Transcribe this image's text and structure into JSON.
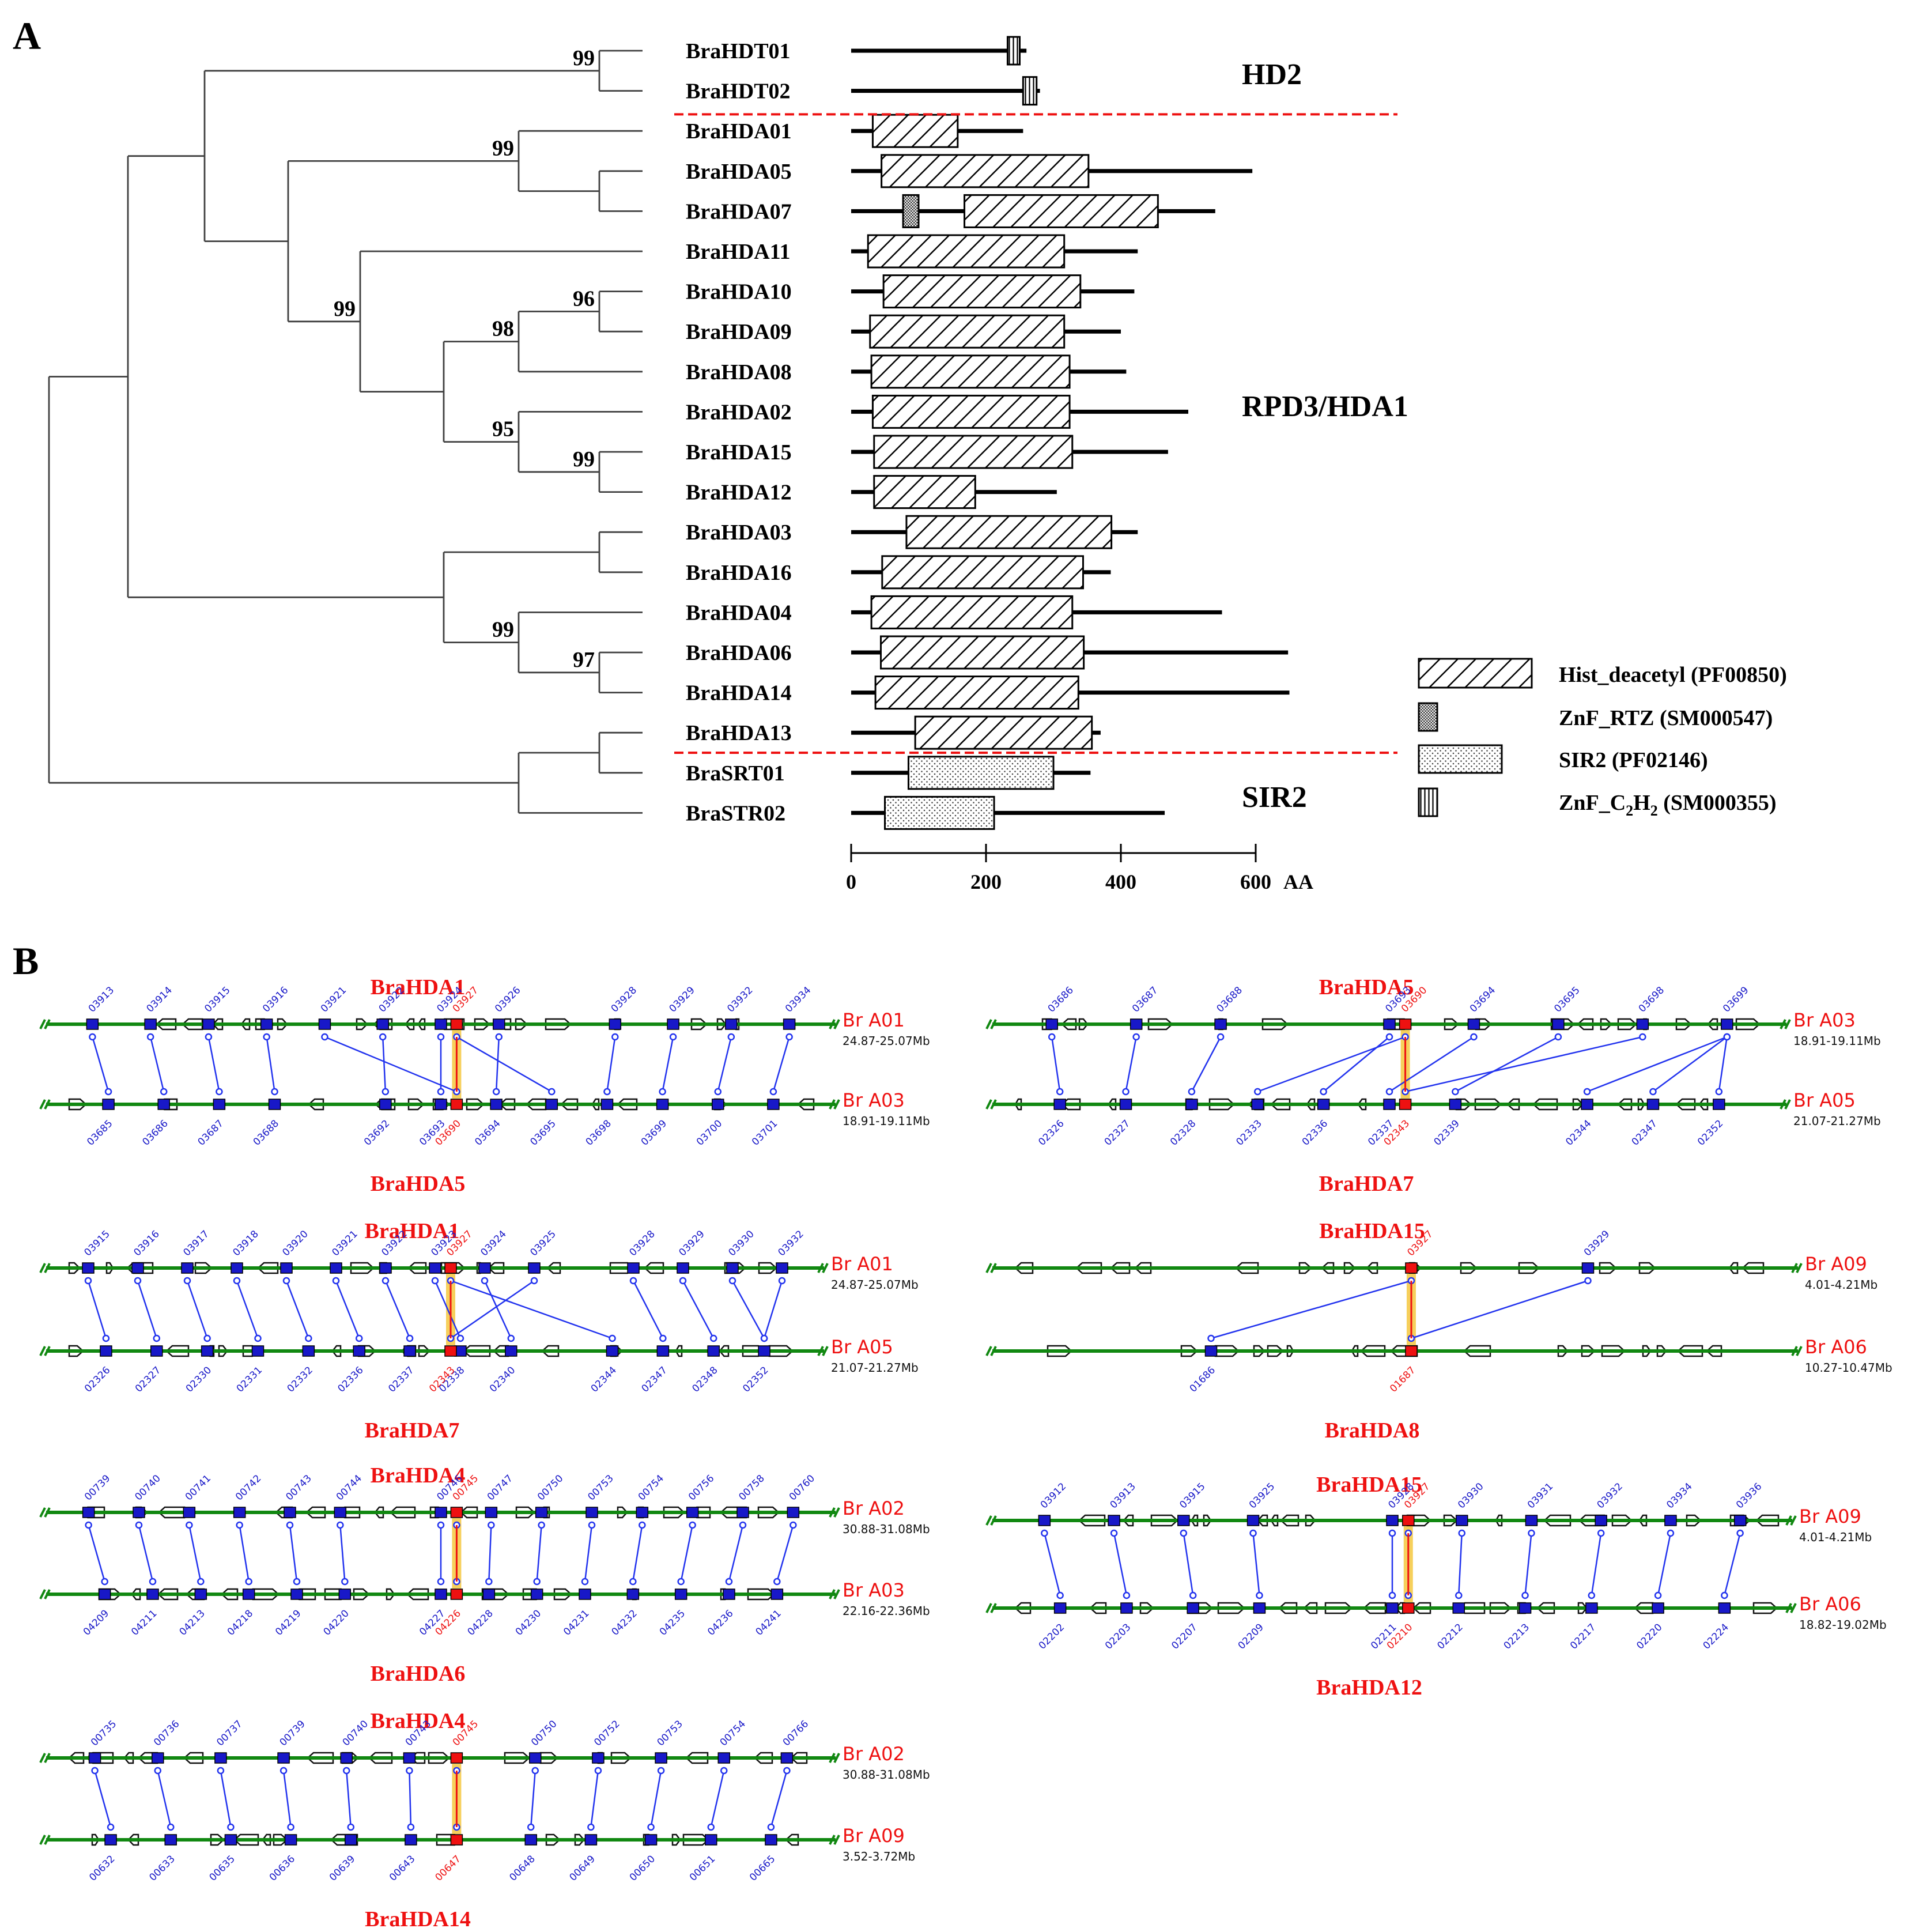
{
  "panel_a": {
    "label": "A",
    "leaves": [
      "BraHDT01",
      "BraHDT02",
      "BraHDA01",
      "BraHDA05",
      "BraHDA07",
      "BraHDA11",
      "BraHDA10",
      "BraHDA09",
      "BraHDA08",
      "BraHDA02",
      "BraHDA15",
      "BraHDA12",
      "BraHDA03",
      "BraHDA16",
      "BraHDA04",
      "BraHDA06",
      "BraHDA14",
      "BraHDA13",
      "BraSRT01",
      "BraSTR02"
    ],
    "bootstrap": [
      "99",
      "99",
      "99",
      "96",
      "98",
      "95",
      "99",
      "99",
      "97"
    ],
    "groups": [
      "HD2",
      "RPD3/HDA1",
      "SIR2"
    ],
    "proteins": [
      {
        "len": 260,
        "domains": [
          {
            "t": "znf_c2h2",
            "s": 232,
            "e": 250
          }
        ]
      },
      {
        "len": 280,
        "domains": [
          {
            "t": "znf_c2h2",
            "s": 255,
            "e": 275
          }
        ]
      },
      {
        "len": 255,
        "domains": [
          {
            "t": "hist",
            "s": 32,
            "e": 158
          }
        ]
      },
      {
        "len": 595,
        "domains": [
          {
            "t": "hist",
            "s": 45,
            "e": 352
          }
        ]
      },
      {
        "len": 540,
        "domains": [
          {
            "t": "znf_rtz",
            "s": 77,
            "e": 100
          },
          {
            "t": "hist",
            "s": 168,
            "e": 455
          }
        ]
      },
      {
        "len": 425,
        "domains": [
          {
            "t": "hist",
            "s": 25,
            "e": 316
          }
        ]
      },
      {
        "len": 420,
        "domains": [
          {
            "t": "hist",
            "s": 48,
            "e": 340
          }
        ]
      },
      {
        "len": 400,
        "domains": [
          {
            "t": "hist",
            "s": 28,
            "e": 316
          }
        ]
      },
      {
        "len": 408,
        "domains": [
          {
            "t": "hist",
            "s": 30,
            "e": 324
          }
        ]
      },
      {
        "len": 500,
        "domains": [
          {
            "t": "hist",
            "s": 32,
            "e": 324
          }
        ]
      },
      {
        "len": 470,
        "domains": [
          {
            "t": "hist",
            "s": 34,
            "e": 328
          }
        ]
      },
      {
        "len": 305,
        "domains": [
          {
            "t": "hist",
            "s": 34,
            "e": 184
          }
        ]
      },
      {
        "len": 425,
        "domains": [
          {
            "t": "hist",
            "s": 82,
            "e": 386
          }
        ]
      },
      {
        "len": 385,
        "domains": [
          {
            "t": "hist",
            "s": 46,
            "e": 344
          }
        ]
      },
      {
        "len": 550,
        "domains": [
          {
            "t": "hist",
            "s": 30,
            "e": 328
          }
        ]
      },
      {
        "len": 648,
        "domains": [
          {
            "t": "hist",
            "s": 44,
            "e": 345
          }
        ]
      },
      {
        "len": 650,
        "domains": [
          {
            "t": "hist",
            "s": 36,
            "e": 337
          }
        ]
      },
      {
        "len": 370,
        "domains": [
          {
            "t": "hist",
            "s": 95,
            "e": 357
          }
        ]
      },
      {
        "len": 355,
        "domains": [
          {
            "t": "sir2",
            "s": 85,
            "e": 300
          }
        ]
      },
      {
        "len": 465,
        "domains": [
          {
            "t": "sir2",
            "s": 50,
            "e": 212
          }
        ]
      }
    ],
    "axis": {
      "ticks": [
        "0",
        "200",
        "400",
        "600"
      ],
      "tick_values": [
        0,
        200,
        400,
        600
      ],
      "unit": "AA"
    },
    "legend": [
      {
        "type": "hist",
        "label": "Hist_deacetyl (PF00850)"
      },
      {
        "type": "znf_rtz",
        "label": "ZnF_RTZ  (SM000547)"
      },
      {
        "type": "sir2",
        "label": "SIR2 (PF02146)"
      },
      {
        "type": "znf_c2h2",
        "label": "ZnF_C2H2  (SM000355)"
      }
    ]
  },
  "panel_b": {
    "label": "B",
    "blocks": [
      {
        "top_gene": "BraHDA1",
        "bottom_gene": "BraHDA5",
        "top_chr": "Br A01",
        "top_range": "24.87-25.07Mb",
        "bottom_chr": "Br A03",
        "bottom_range": "18.91-19.11Mb",
        "top_ids": [
          "03913",
          "03914",
          "03915",
          "03916",
          "03921",
          "03922",
          "03924",
          "03926",
          "03927",
          "03928",
          "03929",
          "03932",
          "03934"
        ],
        "bottom_ids": [
          "03685",
          "03686",
          "03687",
          "03688",
          "03690",
          "03692",
          "03693",
          "03694",
          "03695",
          "03698",
          "03699",
          "03700",
          "03701"
        ],
        "focal_top": "03927",
        "focal_bottom": "03690"
      },
      {
        "top_gene": "BraHDA5",
        "bottom_gene": "BraHDA7",
        "top_chr": "Br A03",
        "top_range": "18.91-19.11Mb",
        "bottom_chr": "Br A05",
        "bottom_range": "21.07-21.27Mb",
        "top_ids": [
          "03686",
          "03687",
          "03688",
          "03690",
          "03693",
          "03694",
          "03695",
          "03698",
          "03699"
        ],
        "bottom_ids": [
          "02326",
          "02327",
          "02328",
          "02333",
          "02336",
          "02337",
          "02339",
          "02343",
          "02344",
          "02347",
          "02352"
        ],
        "focal_top": "03690",
        "focal_bottom": "02343"
      },
      {
        "top_gene": "BraHDA1",
        "bottom_gene": "BraHDA7",
        "top_chr": "Br A01",
        "top_range": "24.87-25.07Mb",
        "bottom_chr": "Br A05",
        "bottom_range": "21.07-21.27Mb",
        "top_ids": [
          "03915",
          "03916",
          "03917",
          "03918",
          "03920",
          "03921",
          "03922",
          "03923",
          "03924",
          "03925",
          "03927",
          "03928",
          "03929",
          "03930",
          "03932"
        ],
        "bottom_ids": [
          "02326",
          "02327",
          "02330",
          "02331",
          "02332",
          "02336",
          "02337",
          "02338",
          "02340",
          "02343",
          "02344",
          "02347",
          "02348",
          "02352"
        ],
        "focal_top": "03927",
        "focal_bottom": "02343"
      },
      {
        "top_gene": "BraHDA15",
        "bottom_gene": "BraHDA8",
        "top_chr": "Br A09",
        "top_range": "4.01-4.21Mb",
        "bottom_chr": "Br A06",
        "bottom_range": "10.27-10.47Mb",
        "top_ids": [
          "03927",
          "03929"
        ],
        "bottom_ids": [
          "01686",
          "01687"
        ],
        "focal_top": "03927",
        "focal_bottom": "01687"
      },
      {
        "top_gene": "BraHDA4",
        "bottom_gene": "BraHDA6",
        "top_chr": "Br A02",
        "top_range": "30.88-31.08Mb",
        "bottom_chr": "Br A03",
        "bottom_range": "22.16-22.36Mb",
        "top_ids": [
          "00739",
          "00740",
          "00741",
          "00742",
          "00743",
          "00744",
          "00745",
          "00746",
          "00747",
          "00750",
          "00753",
          "00754",
          "00756",
          "00758",
          "00760"
        ],
        "bottom_ids": [
          "04209",
          "04211",
          "04213",
          "04218",
          "04219",
          "04220",
          "04226",
          "04227",
          "04228",
          "04230",
          "04231",
          "04232",
          "04235",
          "04236",
          "04241"
        ],
        "focal_top": "00745",
        "focal_bottom": "04226"
      },
      {
        "top_gene": "BraHDA15",
        "bottom_gene": "BraHDA12",
        "top_chr": "Br A09",
        "top_range": "4.01-4.21Mb",
        "bottom_chr": "Br A06",
        "bottom_range": "18.82-19.02Mb",
        "top_ids": [
          "03912",
          "03913",
          "03915",
          "03925",
          "03927",
          "03928",
          "03930",
          "03931",
          "03932",
          "03934",
          "03936"
        ],
        "bottom_ids": [
          "02202",
          "02203",
          "02207",
          "02209",
          "02210",
          "02211",
          "02212",
          "02213",
          "02217",
          "02220",
          "02224"
        ],
        "focal_top": "03927",
        "focal_bottom": "02210"
      },
      {
        "top_gene": "BraHDA4",
        "bottom_gene": "BraHDA14",
        "top_chr": "Br A02",
        "top_range": "30.88-31.08Mb",
        "bottom_chr": "Br A09",
        "bottom_range": "3.52-3.72Mb",
        "top_ids": [
          "00735",
          "00736",
          "00737",
          "00739",
          "00740",
          "00743",
          "00745",
          "00750",
          "00752",
          "00753",
          "00754",
          "00766"
        ],
        "bottom_ids": [
          "00632",
          "00633",
          "00635",
          "00636",
          "00639",
          "00643",
          "00647",
          "00648",
          "00649",
          "00650",
          "00651",
          "00665"
        ],
        "focal_top": "00745",
        "focal_bottom": "00647"
      }
    ]
  },
  "colors": {
    "tree": "#404040",
    "red": "#ee1111",
    "chrom": "#118811",
    "link": "#2233ee",
    "focal_band": "#f5c840",
    "gene_blue": "#1818c8"
  }
}
